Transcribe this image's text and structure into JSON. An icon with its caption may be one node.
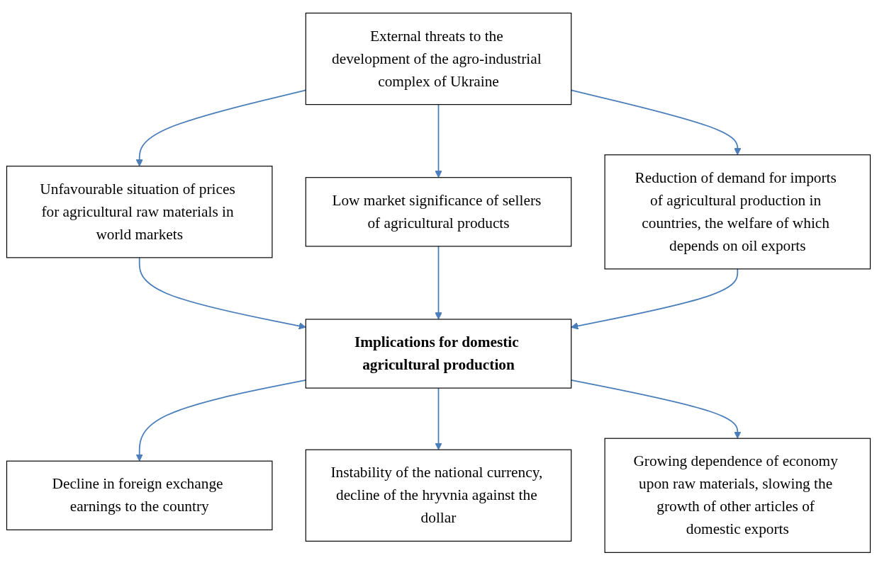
{
  "diagram": {
    "nodes": [
      {
        "text": [
          "External threats to the development of the agro-industrial complex of Ukraine"
        ]
      },
      {
        "text": [
          "Unfavourable situation of prices for agricultural raw materials in world markets"
        ]
      },
      {
        "text": [
          "Low market significance of sellers of agricultural products"
        ]
      },
      {
        "text": [
          "Reduction of demand for imports of agricultural production in countries, the welfare of which depends on oil exports"
        ]
      },
      {
        "text": [
          "Implications for domestic agricultural production"
        ]
      },
      {
        "text": [
          "Decline in foreign exchange earnings to the country"
        ]
      },
      {
        "text": [
          "Instability of the national currency, decline of the hryvnia against the dollar"
        ]
      },
      {
        "text": [
          "Growing dependence of economy upon raw materials, slowing the growth of other articles of domestic exports"
        ]
      }
    ],
    "edges": [
      {
        "from": 0,
        "to": 1,
        "arrow": "to"
      },
      {
        "from": 0,
        "to": 2,
        "arrow": "to"
      },
      {
        "from": 0,
        "to": 3,
        "arrow": "to"
      },
      {
        "from": 1,
        "to": 4,
        "arrow": "to"
      },
      {
        "from": 2,
        "to": 4,
        "arrow": "to"
      },
      {
        "from": 3,
        "to": 4,
        "arrow": "to"
      },
      {
        "from": 4,
        "to": 5,
        "arrow": "to"
      },
      {
        "from": 4,
        "to": 6,
        "arrow": "to"
      },
      {
        "from": 4,
        "to": 7,
        "arrow": "to"
      }
    ]
  }
}
